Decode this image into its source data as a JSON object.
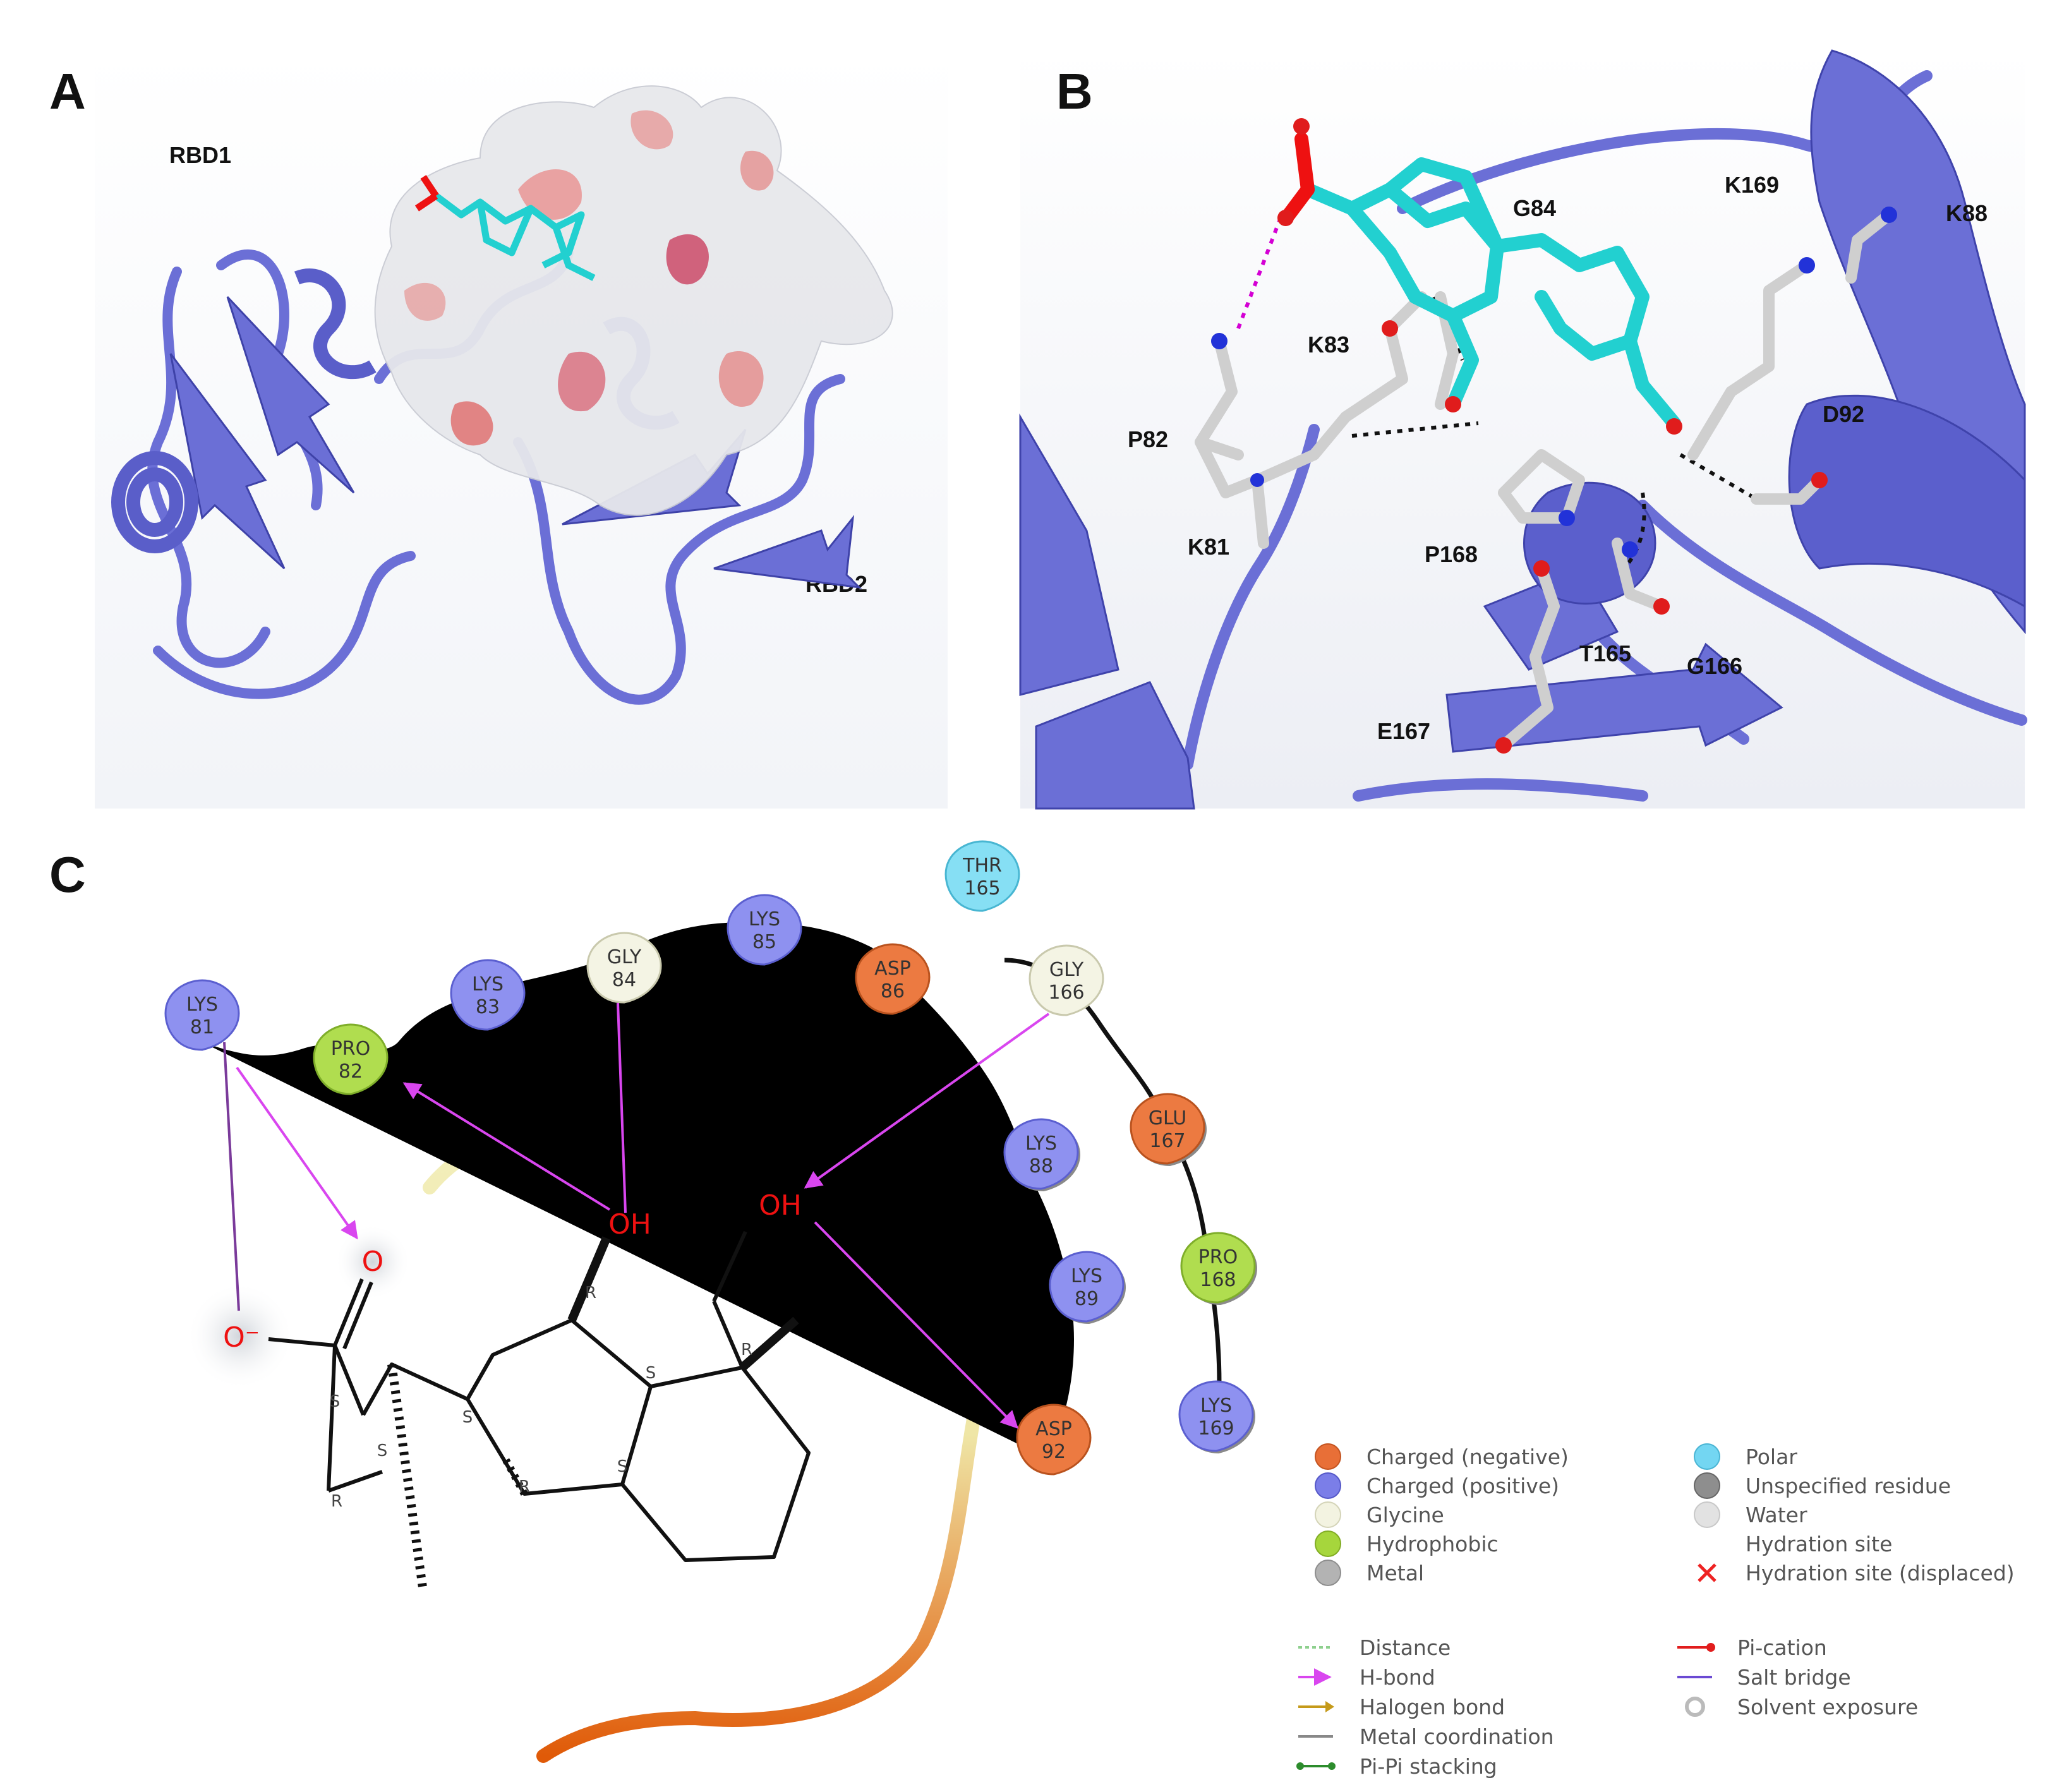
{
  "panels": {
    "a": {
      "letter": "A",
      "labels": [
        "RBD1",
        "RBD2"
      ]
    },
    "b": {
      "letter": "B",
      "labels": [
        "G84",
        "K169",
        "K88",
        "K83",
        "P82",
        "D92",
        "K81",
        "P168",
        "T165",
        "G166",
        "E167"
      ]
    },
    "c": {
      "letter": "C"
    }
  },
  "residues": [
    {
      "name": "LYS",
      "num": "81",
      "type": "positive"
    },
    {
      "name": "PRO",
      "num": "82",
      "type": "hydrophobic"
    },
    {
      "name": "LYS",
      "num": "83",
      "type": "positive"
    },
    {
      "name": "GLY",
      "num": "84",
      "type": "glycine"
    },
    {
      "name": "LYS",
      "num": "85",
      "type": "positive"
    },
    {
      "name": "ASP",
      "num": "86",
      "type": "negative"
    },
    {
      "name": "THR",
      "num": "165",
      "type": "polar"
    },
    {
      "name": "GLY",
      "num": "166",
      "type": "glycine"
    },
    {
      "name": "GLU",
      "num": "167",
      "type": "negative"
    },
    {
      "name": "LYS",
      "num": "88",
      "type": "positive"
    },
    {
      "name": "PRO",
      "num": "168",
      "type": "hydrophobic"
    },
    {
      "name": "LYS",
      "num": "89",
      "type": "positive"
    },
    {
      "name": "LYS",
      "num": "169",
      "type": "positive"
    },
    {
      "name": "ASP",
      "num": "92",
      "type": "negative"
    }
  ],
  "ligand": {
    "atoms": [
      "O",
      "O⁻",
      "OH",
      "OH"
    ],
    "stereo": [
      "S",
      "S",
      "R",
      "S",
      "R",
      "S",
      "R",
      "R",
      "S"
    ]
  },
  "legend": {
    "residue_types": [
      {
        "label": "Charged (negative)",
        "color": "#e86f37"
      },
      {
        "label": "Charged (positive)",
        "color": "#7b7ee8"
      },
      {
        "label": "Glycine",
        "color": "#f3f3e1"
      },
      {
        "label": "Hydrophobic",
        "color": "#a6d63c"
      },
      {
        "label": "Metal",
        "color": "#b3b3b3"
      },
      {
        "label": "Polar",
        "color": "#73d6f2"
      },
      {
        "label": "Unspecified residue",
        "color": "#8e8e8e"
      },
      {
        "label": "Water",
        "color": "#e2e2e2"
      },
      {
        "label": "Hydration site",
        "color": "#ffffff"
      },
      {
        "label": "Hydration site (displaced)",
        "color": "#ee2222"
      }
    ],
    "interactions": [
      {
        "label": "Distance",
        "color": "#8ed08e"
      },
      {
        "label": "H-bond",
        "color": "#d946ef"
      },
      {
        "label": "Halogen bond",
        "color": "#c59a1a"
      },
      {
        "label": "Metal coordination",
        "color": "#888888"
      },
      {
        "label": "Pi-Pi stacking",
        "color": "#2c8c2c"
      },
      {
        "label": "Pi-cation",
        "color": "#e11d1d"
      },
      {
        "label": "Salt bridge",
        "color": "#6b4ad3"
      },
      {
        "label": "Solvent exposure",
        "color": "#bbbbbb"
      }
    ]
  },
  "colors": {
    "cartoon": "#6b6fd6",
    "ligand": "#22d0d0",
    "sidechain": "#cfcfcf"
  }
}
